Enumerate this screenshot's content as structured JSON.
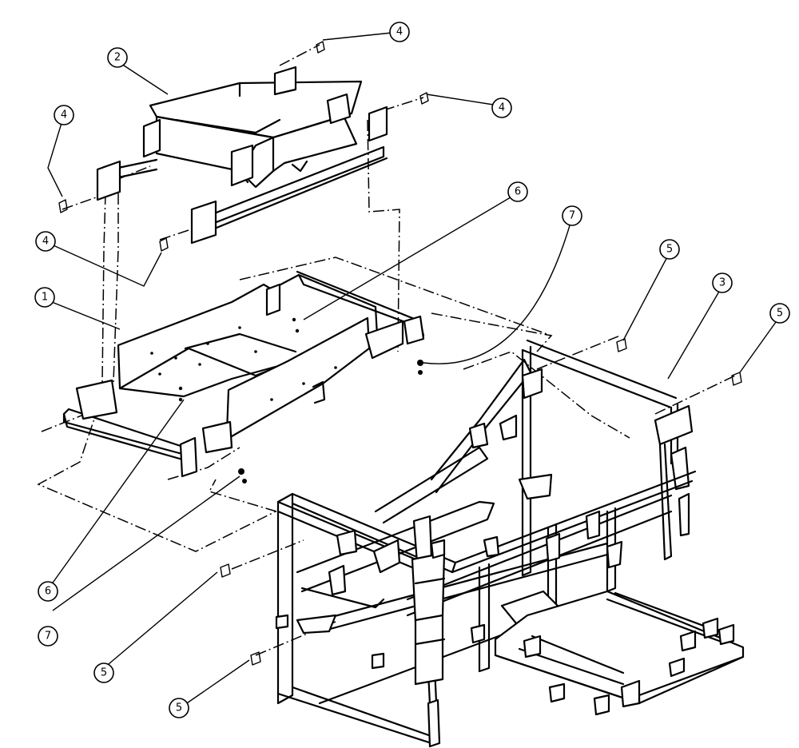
{
  "callouts": [
    {
      "id": "c1",
      "label": "1"
    },
    {
      "id": "c2",
      "label": "2"
    },
    {
      "id": "c3",
      "label": "3"
    },
    {
      "id": "c4a",
      "label": "4"
    },
    {
      "id": "c4b",
      "label": "4"
    },
    {
      "id": "c4c",
      "label": "4"
    },
    {
      "id": "c4d",
      "label": "4"
    },
    {
      "id": "c5a",
      "label": "5"
    },
    {
      "id": "c5b",
      "label": "5"
    },
    {
      "id": "c5c",
      "label": "5"
    },
    {
      "id": "c5d",
      "label": "5"
    },
    {
      "id": "c6a",
      "label": "6"
    },
    {
      "id": "c6b",
      "label": "6"
    },
    {
      "id": "c7a",
      "label": "7"
    },
    {
      "id": "c7b",
      "label": "7"
    }
  ]
}
